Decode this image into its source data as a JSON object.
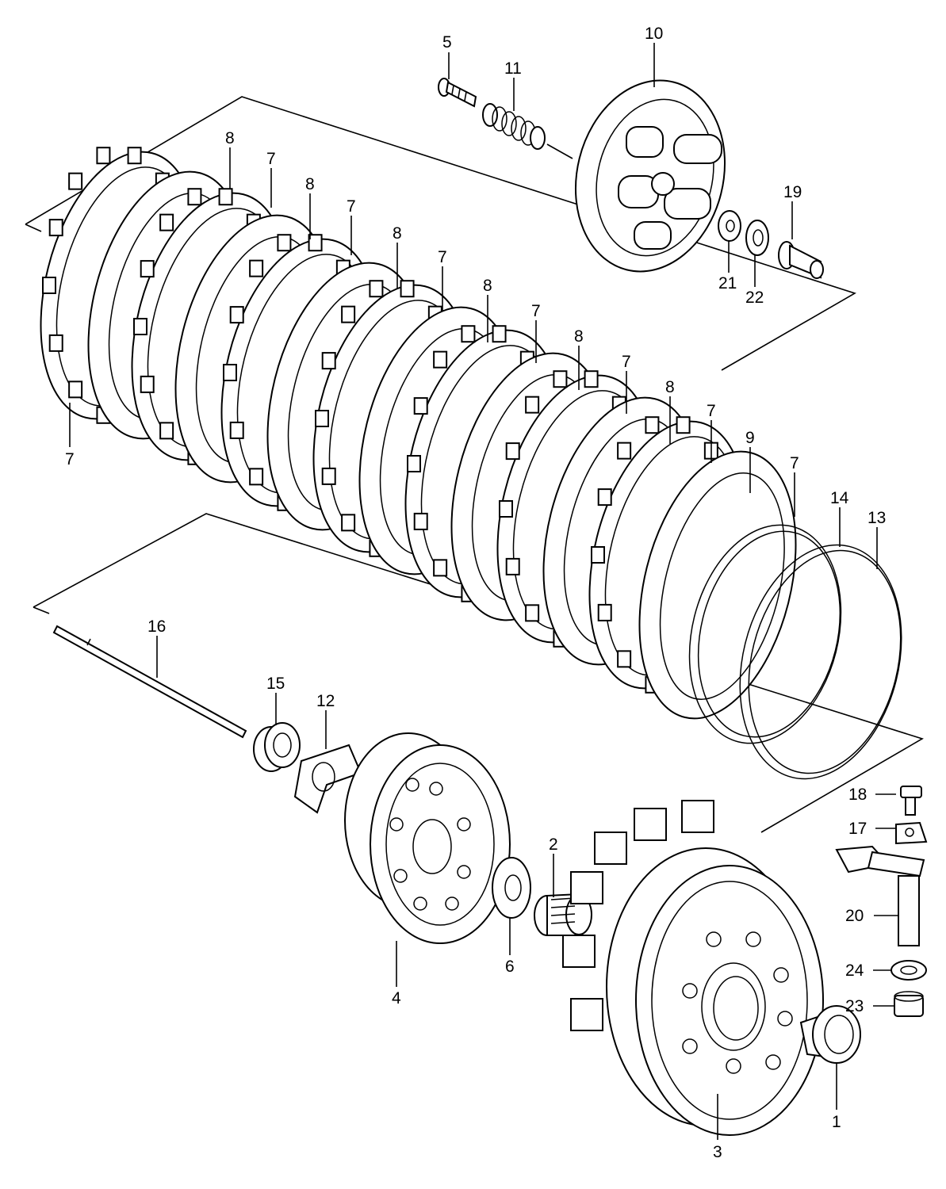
{
  "callouts": [
    {
      "id": "c5",
      "text": "5"
    },
    {
      "id": "c11",
      "text": "11"
    },
    {
      "id": "c10",
      "text": "10"
    },
    {
      "id": "c19",
      "text": "19"
    },
    {
      "id": "c21",
      "text": "21"
    },
    {
      "id": "c22",
      "text": "22"
    },
    {
      "id": "c8a",
      "text": "8"
    },
    {
      "id": "c7a",
      "text": "7"
    },
    {
      "id": "c8b",
      "text": "8"
    },
    {
      "id": "c7b",
      "text": "7"
    },
    {
      "id": "c8c",
      "text": "8"
    },
    {
      "id": "c7c",
      "text": "7"
    },
    {
      "id": "c8d",
      "text": "8"
    },
    {
      "id": "c7d",
      "text": "7"
    },
    {
      "id": "c8e",
      "text": "8"
    },
    {
      "id": "c7e",
      "text": "7"
    },
    {
      "id": "c8f",
      "text": "8"
    },
    {
      "id": "c7f",
      "text": "7"
    },
    {
      "id": "c9",
      "text": "9"
    },
    {
      "id": "c7g",
      "text": "7"
    },
    {
      "id": "c14",
      "text": "14"
    },
    {
      "id": "c13",
      "text": "13"
    },
    {
      "id": "c7left",
      "text": "7"
    },
    {
      "id": "c16",
      "text": "16"
    },
    {
      "id": "c15",
      "text": "15"
    },
    {
      "id": "c12",
      "text": "12"
    },
    {
      "id": "c18",
      "text": "18"
    },
    {
      "id": "c17",
      "text": "17"
    },
    {
      "id": "c2",
      "text": "2"
    },
    {
      "id": "c20",
      "text": "20"
    },
    {
      "id": "c6",
      "text": "6"
    },
    {
      "id": "c4",
      "text": "4"
    },
    {
      "id": "c24",
      "text": "24"
    },
    {
      "id": "c23",
      "text": "23"
    },
    {
      "id": "c1",
      "text": "1"
    },
    {
      "id": "c3",
      "text": "3"
    }
  ]
}
